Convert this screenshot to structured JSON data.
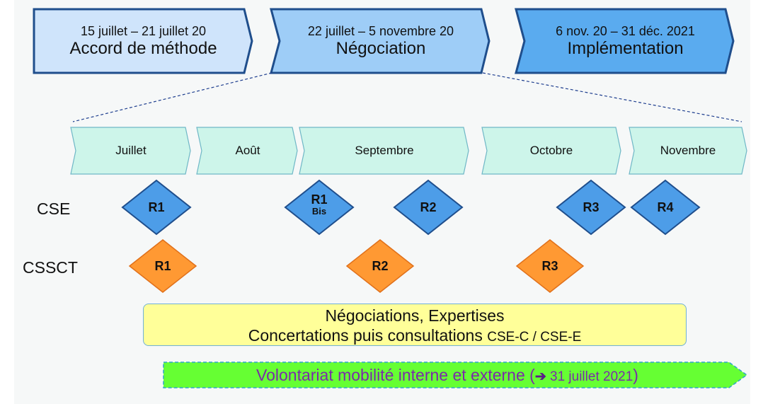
{
  "phases": [
    {
      "dates": "15 juillet – 21 juillet 20",
      "name": "Accord de méthode",
      "fill": "#cfe4fb"
    },
    {
      "dates": "22 juillet – 5 novembre 20",
      "name": "Négociation",
      "fill": "#9ecdf7"
    },
    {
      "dates": "6 nov. 20 – 31 déc. 2021",
      "name": "Implémentation",
      "fill": "#5aabef"
    }
  ],
  "months": [
    "Juillet",
    "Août",
    "Septembre",
    "Octobre",
    "Novembre"
  ],
  "rows": {
    "cse": "CSE",
    "cssct": "CSSCT"
  },
  "cse_meetings": [
    {
      "label": "R1",
      "sub": ""
    },
    {
      "label": "R1",
      "sub": "Bis"
    },
    {
      "label": "R2",
      "sub": ""
    },
    {
      "label": "R3",
      "sub": ""
    },
    {
      "label": "R4",
      "sub": ""
    }
  ],
  "cssct_meetings": [
    {
      "label": "R1"
    },
    {
      "label": "R2"
    },
    {
      "label": "R3"
    }
  ],
  "negotiation_box": {
    "line1": "Négociations, Expertises",
    "line2_main": "Concertations puis consultations ",
    "line2_small": "CSE-C / CSE-E"
  },
  "volunteer_bar": {
    "main": "Volontariat mobilité interne et externe (",
    "arrow": "➔",
    "date": " 31 juillet 2021",
    "close": ")"
  },
  "colors": {
    "cse_diamond": "#4d9de8",
    "cssct_diamond": "#ff9933",
    "month_fill": "#cdf5ea",
    "phase_border": "#1f4e8c",
    "volunteer_fill": "#66ff33"
  }
}
